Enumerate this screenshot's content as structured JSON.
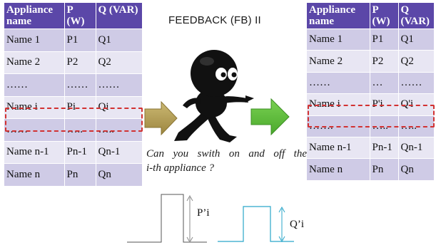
{
  "title": "FEEDBACK (FB) II",
  "question": {
    "line1": "Can you swith on and off the",
    "line2": "i-th appliance ?"
  },
  "left_table": {
    "headers": [
      "Appliance name",
      "P (W)",
      "Q (VAR)"
    ],
    "rows": [
      [
        "Name 1",
        "P1",
        "Q1"
      ],
      [
        "Name 2",
        "P2",
        "Q2"
      ],
      [
        "……",
        "……",
        "……"
      ],
      [
        "Name i",
        "Pi",
        "Qi"
      ],
      [
        "……",
        "…..",
        "….."
      ],
      [
        "Name n-1",
        "Pn-1",
        "Qn-1"
      ],
      [
        "Name n",
        "Pn",
        "Qn"
      ]
    ]
  },
  "right_table": {
    "headers": [
      "Appliance name",
      "P (W)",
      "Q (VAR)"
    ],
    "rows": [
      [
        "Name 1",
        "P1",
        "Q1"
      ],
      [
        "Name 2",
        "P2",
        "Q2"
      ],
      [
        "……",
        "…",
        "……"
      ],
      [
        "Name i",
        "P'i",
        "Q'i"
      ],
      [
        "…….",
        "…..",
        "….."
      ],
      [
        "Name n-1",
        "Pn-1",
        "Qn-1"
      ],
      [
        "Name n",
        "Pn",
        "Qn"
      ]
    ]
  },
  "pulse_labels": {
    "p": "P’i",
    "q": "Q’i"
  },
  "colors": {
    "header": "#5b47a8",
    "row_odd": "#cfcbe6",
    "row_even": "#e8e6f3",
    "highlight": "#d23232",
    "arrow_olive": "#b59d4e",
    "arrow_green": "#5cbe3a",
    "pulse_black": "#555555",
    "pulse_blue": "#2aa6c9"
  }
}
